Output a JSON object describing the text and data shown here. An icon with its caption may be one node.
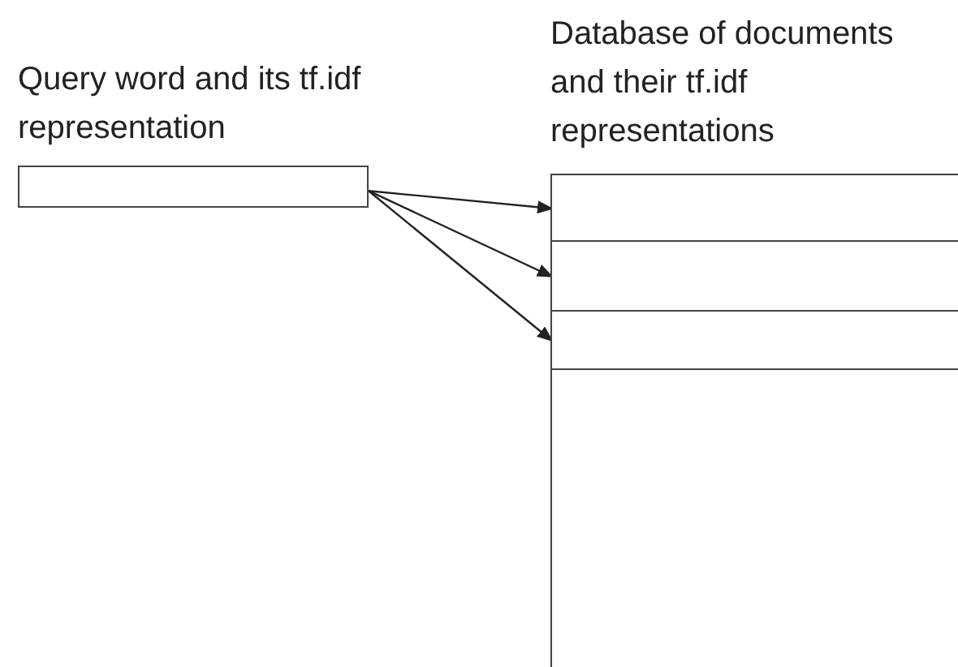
{
  "diagram": {
    "nodes": [
      {
        "text": [
          "Query word and its tf.idf representation"
        ]
      },
      {
        "text": [
          "Database of documents and their tf.idf representations"
        ]
      },
      {
        "text": [],
        "shape": "box",
        "in": 1
      },
      {
        "text": [],
        "shape": "box",
        "in": 1
      },
      {
        "text": [],
        "shape": "box",
        "in": 1
      }
    ],
    "edges": [
      {
        "from": 0,
        "to": 2,
        "arrow": "to"
      },
      {
        "from": 0,
        "to": 3,
        "arrow": "to"
      },
      {
        "from": 0,
        "to": 4,
        "arrow": "to"
      }
    ]
  }
}
